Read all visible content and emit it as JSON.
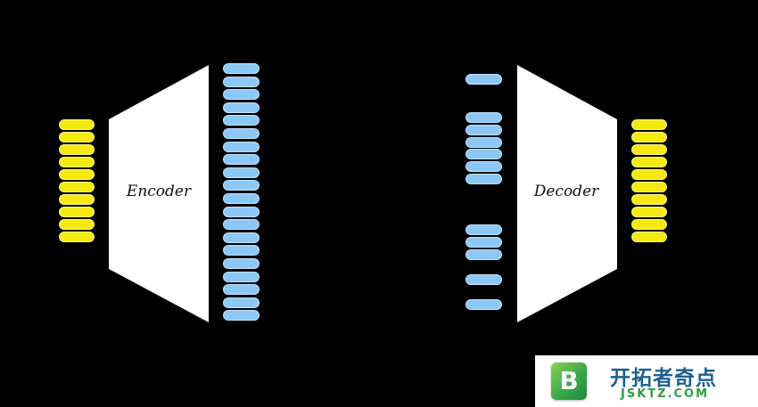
{
  "diagram": {
    "encoder": {
      "label": "Encoder",
      "input_units": 10,
      "output_units": 20
    },
    "decoder": {
      "label": "Decoder",
      "input_groups": [
        1,
        6,
        3,
        1,
        1
      ],
      "output_units": 10
    },
    "colors": {
      "background": "#000000",
      "input_output_units": "#f5ea10",
      "code_units": "#8cc8f5",
      "blocks": "#ffffff"
    }
  },
  "watermark": {
    "logo_letter": "B",
    "name": "开拓者奇点",
    "site": "JSKTZ.COM"
  }
}
